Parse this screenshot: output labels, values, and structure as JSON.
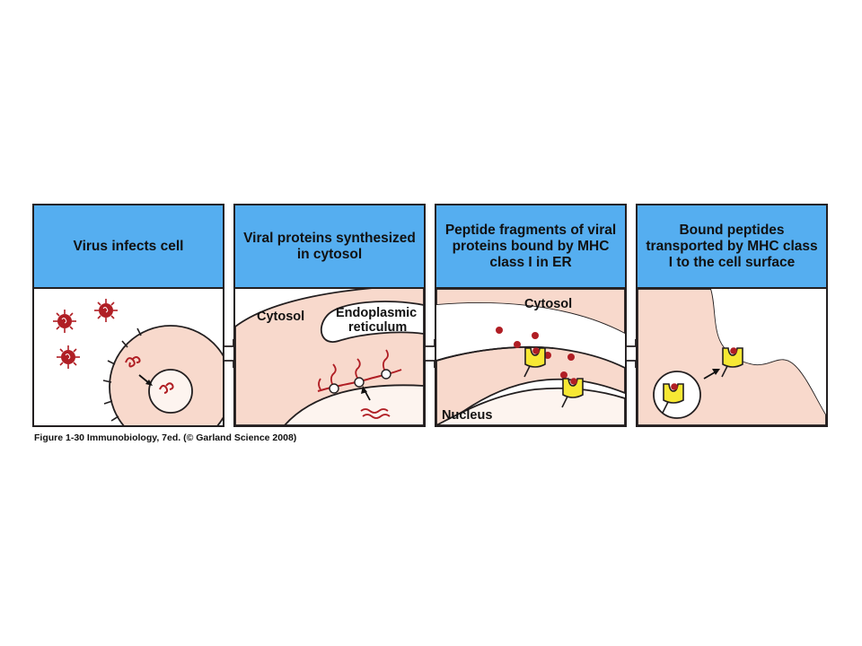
{
  "panels": [
    {
      "title": "Virus infects cell"
    },
    {
      "title": "Viral proteins synthesized in cytosol",
      "labels": {
        "cytosol": "Cytosol",
        "er_line1": "Endoplasmic",
        "er_line2": "reticulum"
      }
    },
    {
      "title": "Peptide fragments of viral proteins bound by MHC class I in ER",
      "labels": {
        "cytosol": "Cytosol",
        "nucleus": "Nucleus"
      }
    },
    {
      "title": "Bound peptides transported by MHC class I to the cell surface"
    }
  ],
  "caption": "Figure 1-30  Immunobiology, 7ed. (© Garland Science 2008)",
  "colors": {
    "header": "#55aef0",
    "cell": "#f8d9cc",
    "virus": "#b01e24",
    "mhc": "#f7e834",
    "outline": "#231f20"
  }
}
